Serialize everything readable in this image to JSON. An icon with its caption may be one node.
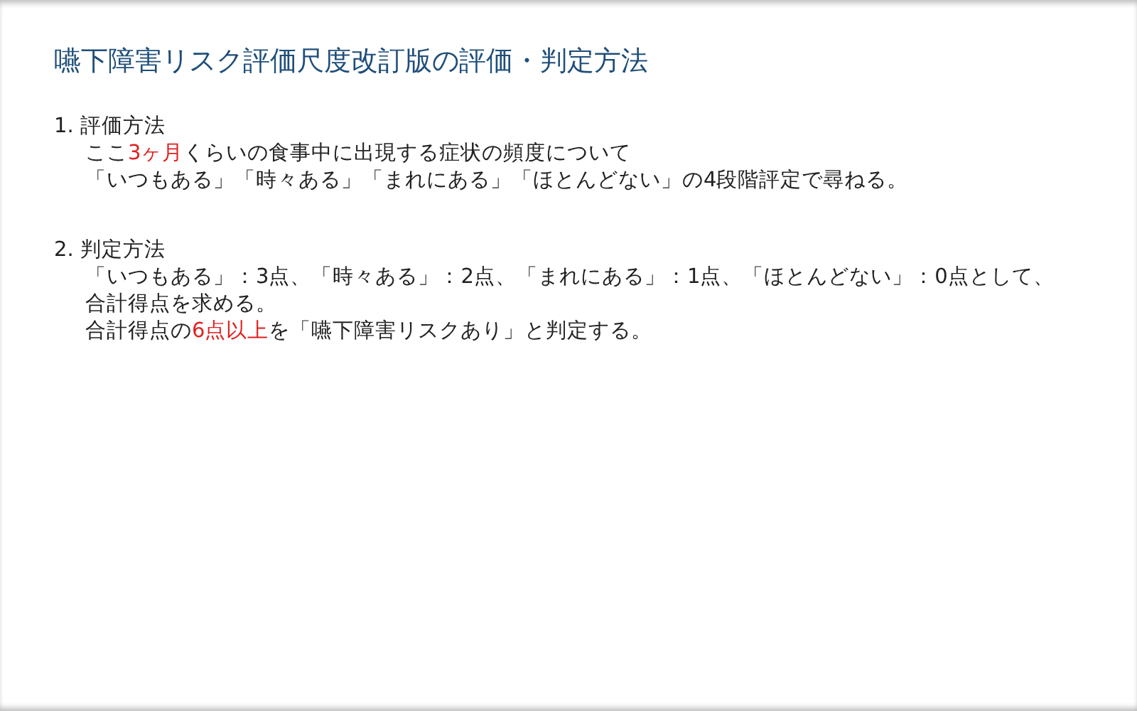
{
  "diagram": {
    "title": "嚥下障害リスク評価尺度改訂版の評価・判定方法",
    "labels": [
      "1. 評価方法",
      "ここ**3ヶ月**くらいの食事中に出現する症状の頻度について",
      "「いつもある」「時々ある」「まれにある」「ほとんどない」の4段階評定で尋ねる。",
      "2. 判定方法",
      "「いつもある」：3点、「時々ある」：2点、「まれにある」：1点、「ほとんどない」：0点として、合計得点を求める。",
      "合計得点の**6点以上**を「嚥下障害リスクあり」と判定する。"
    ]
  }
}
